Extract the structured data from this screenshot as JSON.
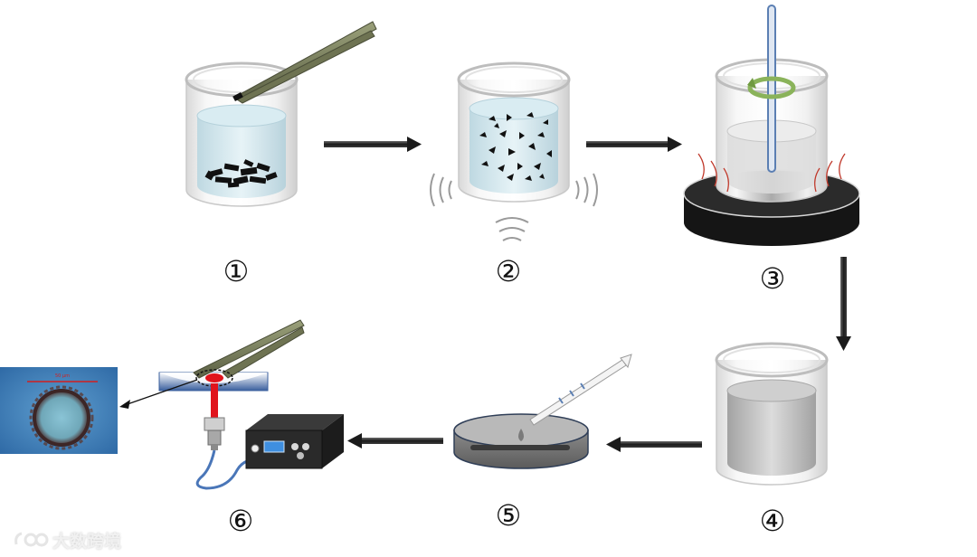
{
  "steps": [
    {
      "label": "①"
    },
    {
      "label": "②"
    },
    {
      "label": "③"
    },
    {
      "label": "④"
    },
    {
      "label": "⑤"
    },
    {
      "label": "⑥"
    }
  ],
  "micrograph": {
    "scale_text": "50 μm"
  },
  "watermark": {
    "text": "大数跨境",
    "logo": "brand-logo-icon"
  },
  "colors": {
    "arrow": "#2b2b2b",
    "laser": "#e0141c",
    "liquid": "#cfe6ee",
    "heat_lines": "#c0392b",
    "hotplate": "#151515"
  }
}
